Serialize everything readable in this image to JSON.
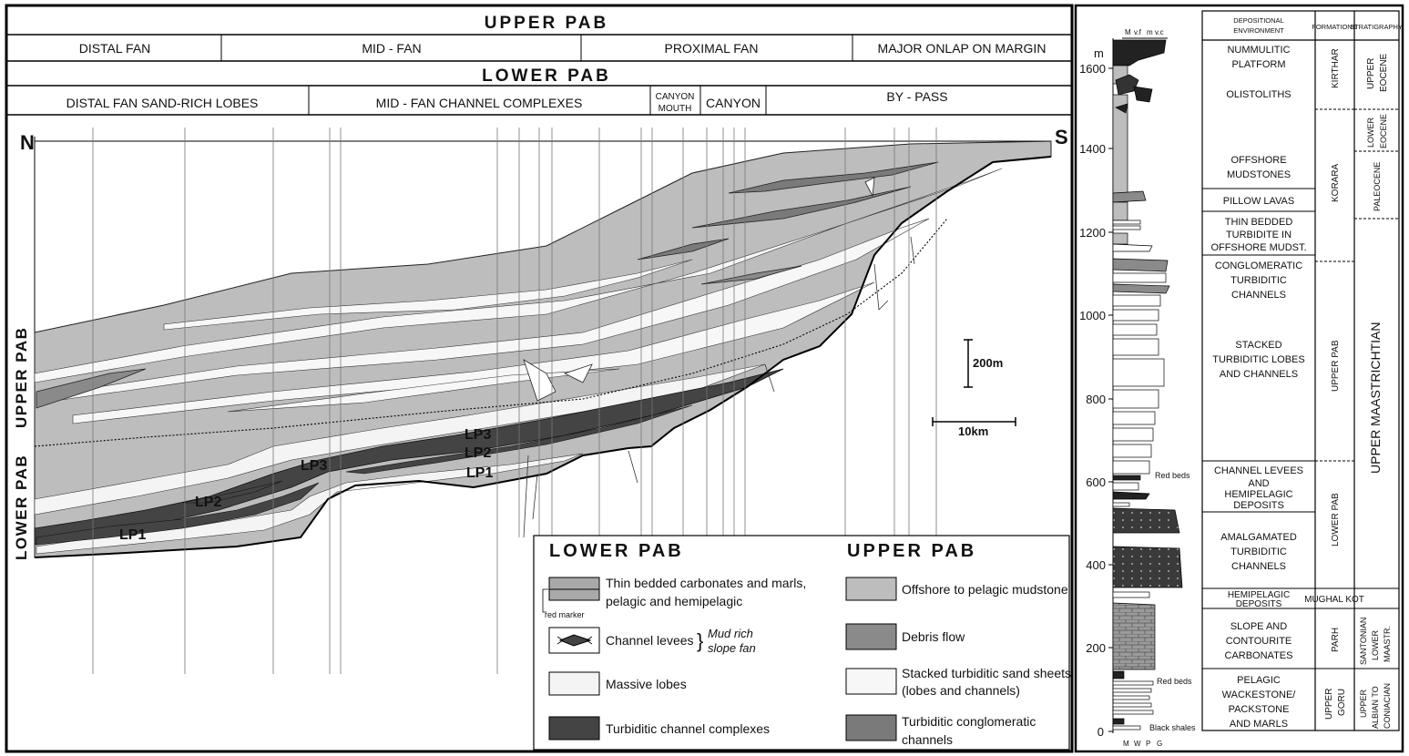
{
  "header": {
    "upper_title": "UPPER PAB",
    "upper_cells": [
      "DISTAL FAN",
      "MID - FAN",
      "PROXIMAL  FAN",
      "MAJOR ONLAP ON MARGIN"
    ],
    "lower_title": "LOWER PAB",
    "lower_cells": [
      "DISTAL FAN  SAND-RICH LOBES",
      "MID - FAN  CHANNEL COMPLEXES",
      "CANYON",
      "MOUTH",
      "CANYON",
      "BY - PASS"
    ]
  },
  "section": {
    "north": "N",
    "south": "S",
    "upper_label": "UPPER PAB",
    "lower_label": "LOWER PAB",
    "unit_labels": [
      "LP1",
      "LP2",
      "LP3",
      "LP3",
      "LP2",
      "LP1"
    ],
    "scale_vertical": "200m",
    "scale_horizontal": "10km"
  },
  "legend": {
    "lower_title": "LOWER PAB",
    "upper_title": "UPPER PAB",
    "lower_items": [
      {
        "label1": "Thin bedded carbonates and marls,",
        "label2": "pelagic and hemipelagic",
        "fill": "#a9a9a9"
      },
      {
        "label1": "Channel levees",
        "label2": "",
        "fill": "#ffffff"
      },
      {
        "label1": "Massive lobes",
        "label2": "",
        "fill": "#f4f4f4"
      },
      {
        "label1": "Turbiditic channel complexes",
        "label2": "",
        "fill": "#444444"
      }
    ],
    "red_marker": "red marker",
    "mud_rich1": "Mud rich",
    "mud_rich2": "slope fan",
    "upper_items": [
      {
        "label1": "Offshore to pelagic mudstone",
        "label2": "",
        "fill": "#bdbdbd"
      },
      {
        "label1": "Debris flow",
        "label2": "",
        "fill": "#8a8a8a"
      },
      {
        "label1": "Stacked turbiditic sand sheets",
        "label2": "(lobes and channels)",
        "fill": "#f7f7f7"
      },
      {
        "label1": "Turbiditic conglomeratic",
        "label2": "channels",
        "fill": "#7a7a7a"
      }
    ]
  },
  "log": {
    "grain_header": [
      "M",
      "v.f",
      "m",
      "v.c"
    ],
    "bottom_header": [
      "M",
      "W",
      "P",
      "G"
    ],
    "unit": "m",
    "depth_ticks": [
      "0",
      "200",
      "400",
      "600",
      "800",
      "1000",
      "1200",
      "1400",
      "1600"
    ],
    "notes": [
      "Red beds",
      "Red beds",
      "Black shales"
    ]
  },
  "columns": {
    "headers": [
      "DEPOSITIONAL",
      "ENVIRONMENT",
      "FORMATIONS",
      "STRATIGRAPHY"
    ],
    "environments": [
      [
        "NUMMULITIC",
        "PLATFORM",
        "",
        "OLISTOLITHS"
      ],
      [
        "OFFSHORE",
        "MUDSTONES"
      ],
      [
        "PILLOW LAVAS"
      ],
      [
        "THIN BEDDED",
        "TURBIDITE IN",
        "OFFSHORE MUDST."
      ],
      [
        "CONGLOMERATIC",
        "TURBIDITIC",
        "CHANNELS",
        "",
        "",
        "",
        "STACKED",
        "TURBIDITIC LOBES",
        "AND CHANNELS"
      ],
      [
        "CHANNEL LEVEES",
        "AND",
        "HEMIPELAGIC",
        "DEPOSITS"
      ],
      [
        "AMALGAMATED",
        "TURBIDITIC",
        "CHANNELS"
      ],
      [
        "HEMIPELAGIC",
        "DEPOSITS"
      ],
      [
        "SLOPE AND",
        "CONTOURITE",
        "CARBONATES"
      ],
      [
        "PELAGIC",
        "WACKESTONE/",
        "PACKSTONE",
        "AND MARLS"
      ]
    ],
    "formations": [
      "KIRTHAR",
      "KORARA",
      "UPPER PAB",
      "LOWER PAB",
      "MUGHAL KOT",
      "PARH",
      "UPPER GORU"
    ],
    "stratigraphy": [
      "UPPER EOCENE",
      "LOWER EOCENE",
      "PALEOCENE",
      "UPPER MAASTRICHTIAN",
      "SANTONIAN LOWER MAASTR.",
      "UPPER ALBIAN TO CONIACIAN"
    ],
    "strat_lines": [
      [
        "UPPER",
        "EOCENE"
      ],
      [
        "LOWER",
        "EOCENE"
      ],
      [
        "PALEOCENE"
      ],
      [
        "UPPER MAASTRICHTIAN"
      ],
      [
        "SANTONIAN",
        "LOWER",
        "MAASTR."
      ],
      [
        "UPPER",
        "ALBIAN TO",
        "CONIACIAN"
      ]
    ]
  }
}
